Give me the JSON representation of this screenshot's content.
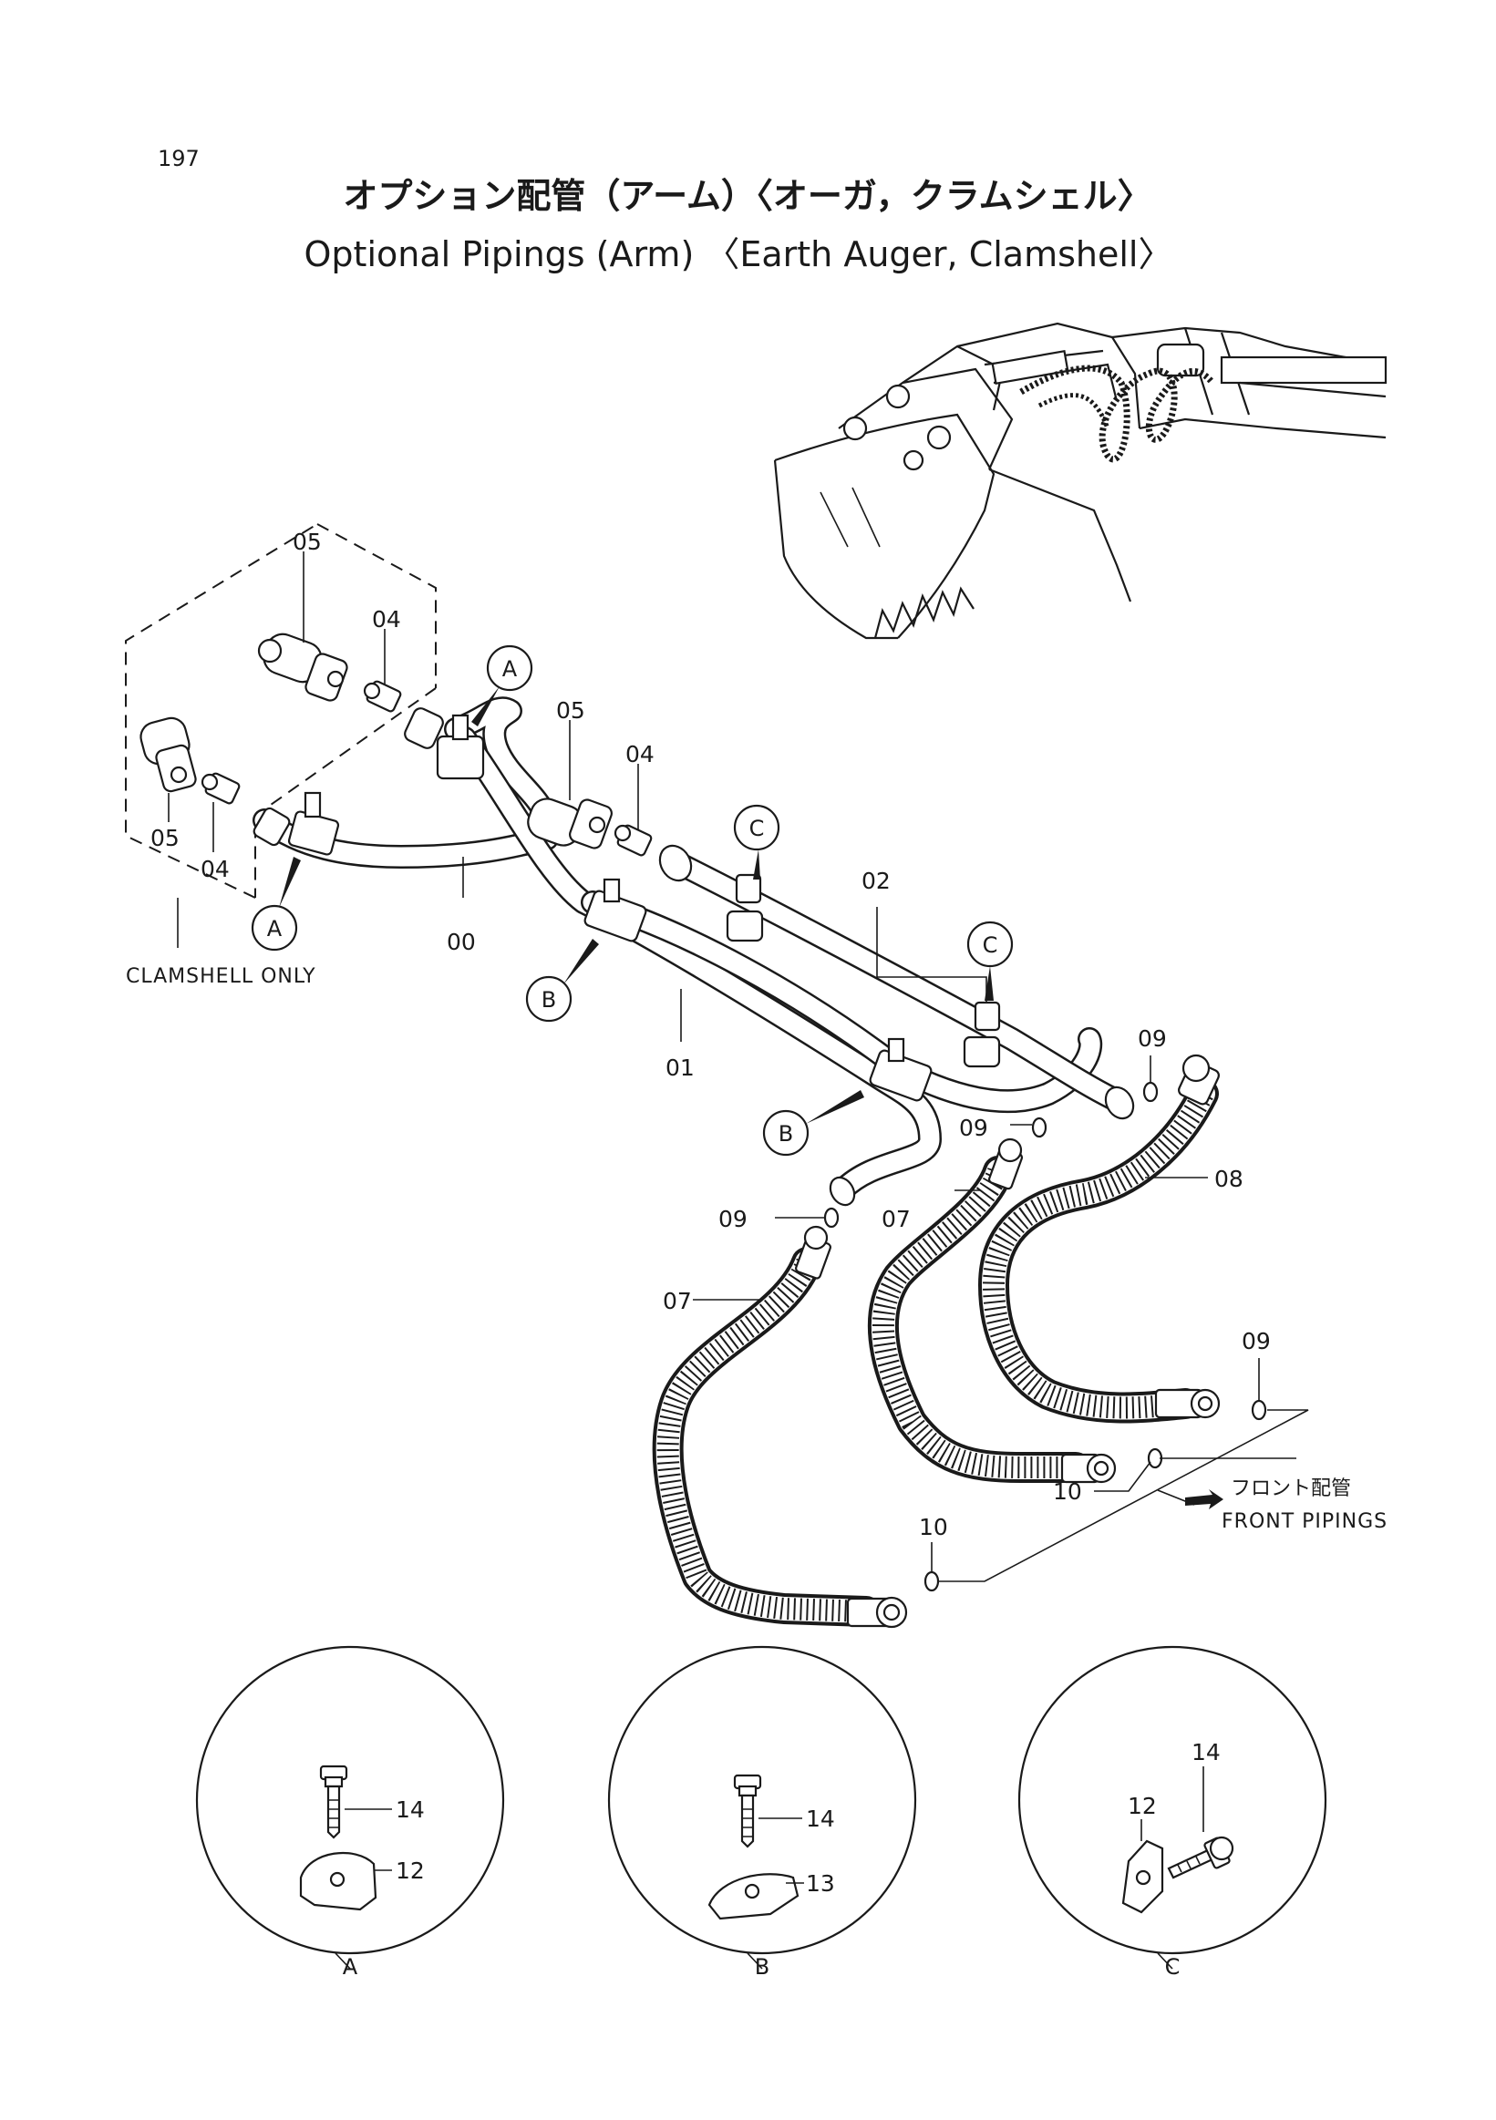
{
  "page_number": "197",
  "title_jp": "オプション配管（アーム）〈オーガ，クラムシェル〉",
  "title_en": "Optional Pipings (Arm) 〈Earth Auger, Clamshell〉",
  "notes": {
    "clamshell_only": "CLAMSHELL ONLY",
    "front_pipings_jp": "フロント配管",
    "front_pipings_en": "FRONT PIPINGS"
  },
  "part_numbers": {
    "p00": "00",
    "p01": "01",
    "p02": "02",
    "p04": "04",
    "p05": "05",
    "p07": "07",
    "p08": "08",
    "p09": "09",
    "p10": "10",
    "p12": "12",
    "p13": "13",
    "p14": "14"
  },
  "view_letters": {
    "a": "A",
    "b": "B",
    "c": "C"
  },
  "colors": {
    "ink": "#1a1a1a",
    "paper": "#ffffff"
  }
}
